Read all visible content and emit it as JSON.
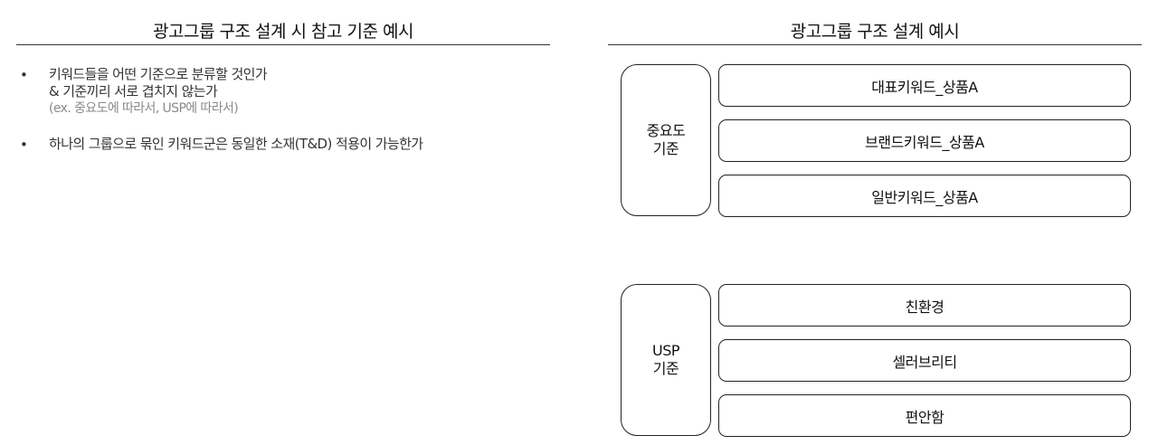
{
  "left_section": {
    "title": "광고그룹 구조 설계 시 참고 기준 예시",
    "bullets": [
      {
        "symbol": "•",
        "lines": [
          "키워드들을 어떤 기준으로 분류할 것인가",
          "& 기준끼리 서로 겹치지 않는가"
        ],
        "note": "(ex. 중요도에 따라서, USP에 따라서)"
      },
      {
        "symbol": "•",
        "lines": [
          "하나의 그룹으로 묶인 키워드군은 동일한 소재(T&D) 적용이 가능한가"
        ],
        "note": ""
      }
    ]
  },
  "right_section": {
    "title": "광고그룹 구조 설계 예시",
    "groups": [
      {
        "label_lines": [
          "중요도",
          "기준"
        ],
        "items": [
          "대표키워드_상품A",
          "브랜드키워드_상품A",
          "일반키워드_상품A"
        ]
      },
      {
        "label_lines": [
          "USP",
          "기준"
        ],
        "items": [
          "친환경",
          "셀러브리티",
          "편안함"
        ]
      }
    ]
  }
}
